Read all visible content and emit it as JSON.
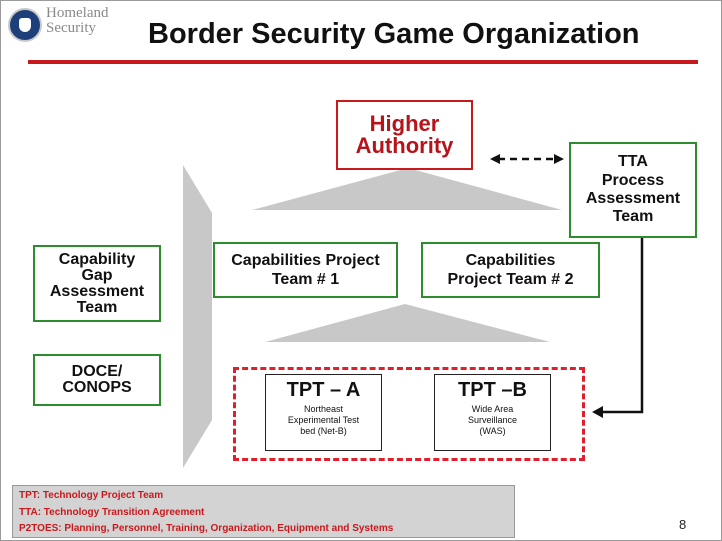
{
  "header": {
    "logo_line1": "Homeland",
    "logo_line2": "Security",
    "title": "Border Security Game Organization"
  },
  "nodes": {
    "higher_authority": [
      "Higher",
      "Authority"
    ],
    "tta": [
      "TTA",
      "Process",
      "Assessment",
      "Team"
    ],
    "capability_gap": [
      "Capability",
      "Gap",
      "Assessment",
      "Team"
    ],
    "cpt1": [
      "Capabilities Project",
      "Team # 1"
    ],
    "cpt2": [
      "Capabilities",
      "Project Team # 2"
    ],
    "doce": [
      "DOCE/",
      "CONOPS"
    ],
    "tpt_a": {
      "title": "TPT – A",
      "desc": [
        "Northeast",
        "Experimental Test",
        "bed (Net-B)"
      ]
    },
    "tpt_b": {
      "title": "TPT –B",
      "desc": [
        "Wide Area",
        "Surveillance",
        "(WAS)"
      ]
    }
  },
  "legend": [
    "TPT: Technology Project Team",
    "TTA: Technology Transition Agreement",
    "P2TOES: Planning, Personnel, Training, Organization, Equipment and Systems"
  ],
  "page_number": "8",
  "colors": {
    "green_border": "#2e8b2e",
    "red": "#c8191c",
    "arrow_gray": "#c8c8c8"
  }
}
